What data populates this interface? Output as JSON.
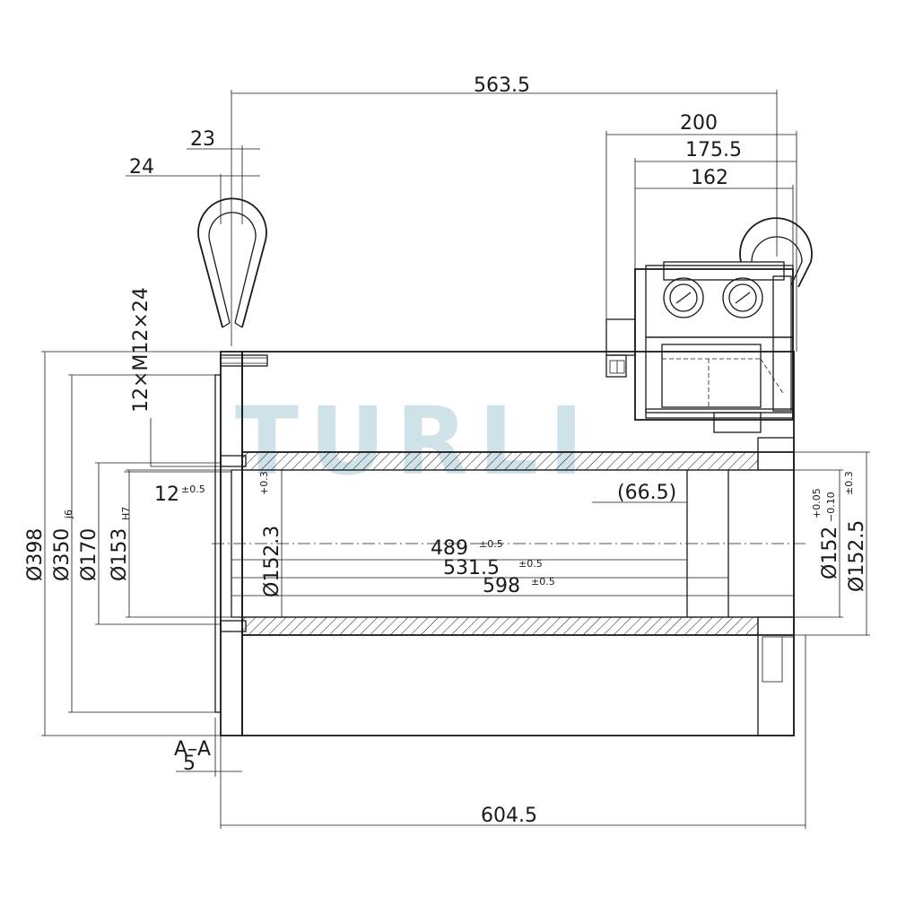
{
  "watermark": "TURLI",
  "section_label": "A–A",
  "dimensions": {
    "overall_top": "563.5",
    "d23": "23",
    "d24": "24",
    "box_200": "200",
    "box_175_5": "175.5",
    "box_162": "162",
    "thread_holes": "12×M12×24",
    "d12": "12",
    "d12_tol": "±0.5",
    "d5": "5",
    "overall_bottom": "604.5",
    "ref_66_5": "(66.5)",
    "len_489": "489",
    "len_489_tol": "±0.5",
    "len_531_5": "531.5",
    "len_531_5_tol": "±0.5",
    "len_598": "598",
    "len_598_tol": "±0.5",
    "dia_398": "Ø398",
    "dia_350": "Ø350",
    "dia_350_fit": "j6",
    "dia_170": "Ø170",
    "dia_153": "Ø153",
    "dia_153_fit": "H7",
    "dia_152_3": "Ø152.3",
    "dia_152_3_tol": "+0.3",
    "dia_152": "Ø152",
    "dia_152_tol_up": "+0.05",
    "dia_152_tol_dn": "−0.10",
    "dia_152_5": "Ø152.5",
    "dia_152_5_tol": "±0.3"
  }
}
